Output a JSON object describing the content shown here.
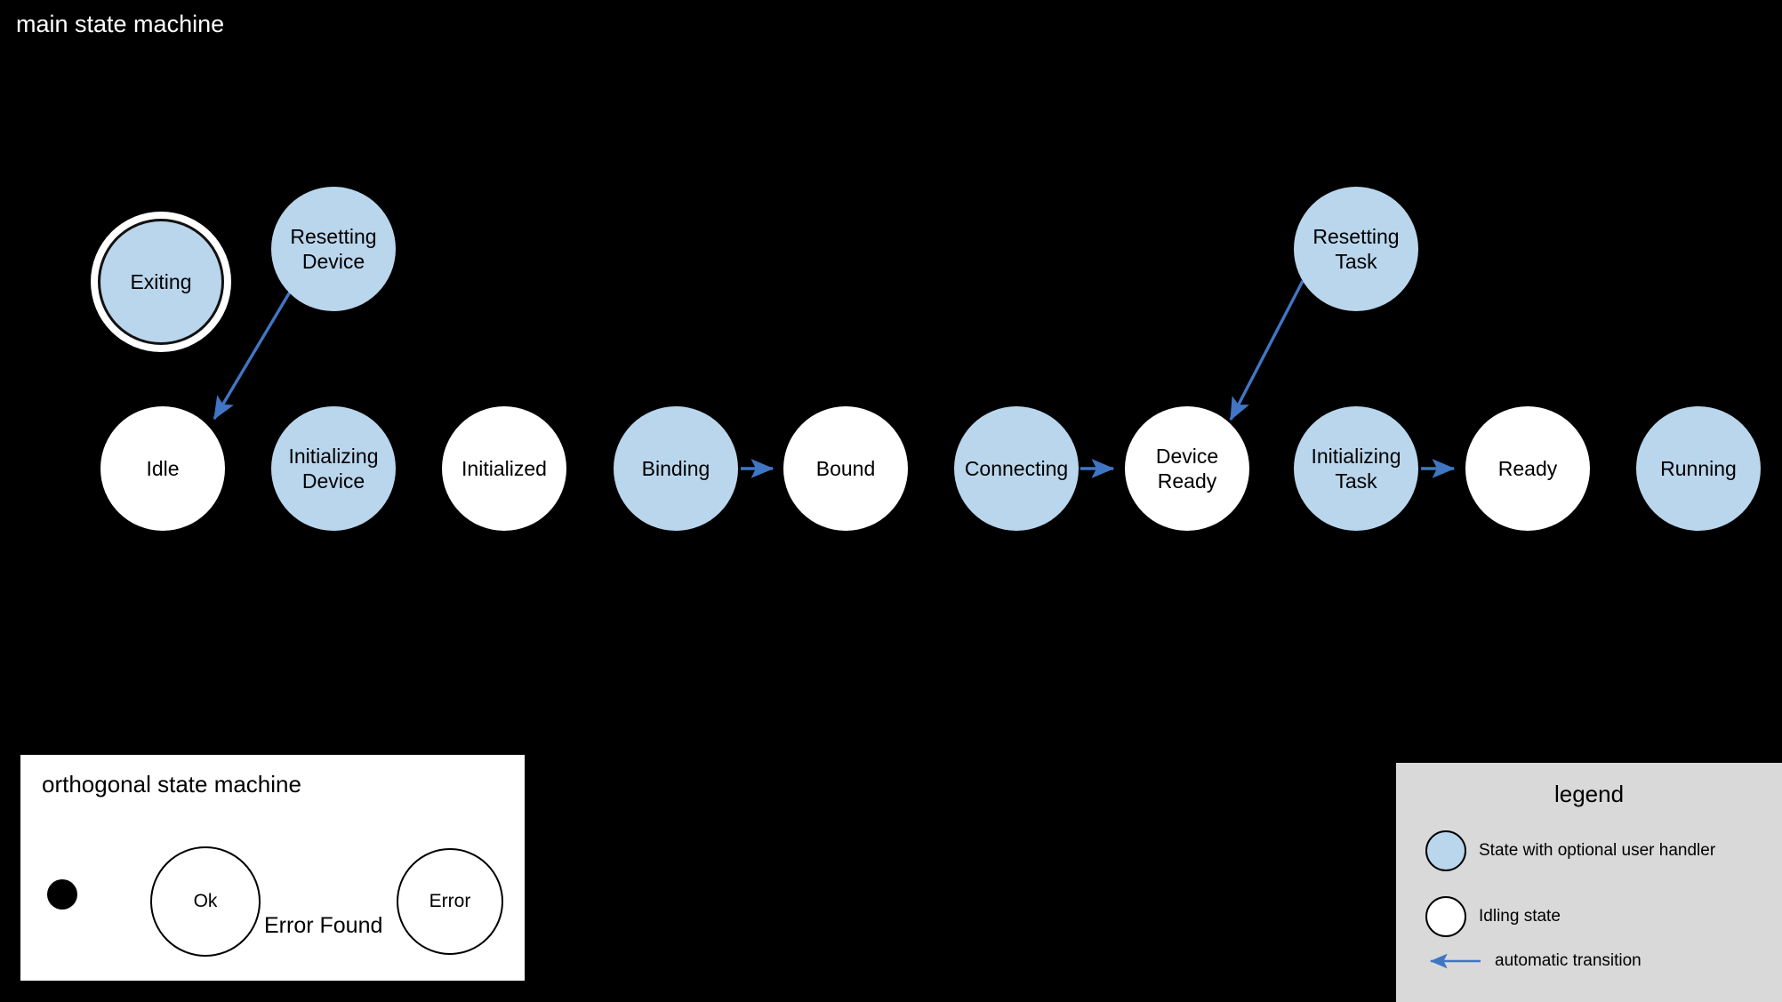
{
  "diagram": {
    "title": "main state machine",
    "background_color": "#000000",
    "colors": {
      "handler_state_fill": "#bad6ec",
      "idling_state_fill": "#ffffff",
      "transition_arrow": "#4176c4",
      "legend_background": "#d9d9d9",
      "text_on_dark": "#ffffff",
      "text_on_light": "#000000"
    },
    "states": {
      "exiting": "Exiting",
      "resetting_device": "Resetting\nDevice",
      "resetting_device_line1": "Resetting",
      "resetting_device_line2": "Device",
      "resetting_task_line1": "Resetting",
      "resetting_task_line2": "Task",
      "idle": "Idle",
      "initializing_device_line1": "Initializing",
      "initializing_device_line2": "Device",
      "initialized": "Initialized",
      "binding": "Binding",
      "bound": "Bound",
      "connecting": "Connecting",
      "device_ready_line1": "Device",
      "device_ready_line2": "Ready",
      "initializing_task_line1": "Initializing",
      "initializing_task_line2": "Task",
      "ready": "Ready",
      "running": "Running"
    },
    "transitions": [
      {
        "from": "Resetting Device",
        "to": "Idle",
        "label": ""
      },
      {
        "from": "Binding",
        "to": "Bound",
        "label": ""
      },
      {
        "from": "Connecting",
        "to": "Device Ready",
        "label": ""
      },
      {
        "from": "Resetting Task",
        "to": "Device Ready",
        "label": ""
      },
      {
        "from": "Initializing Task",
        "to": "Ready",
        "label": ""
      }
    ]
  },
  "orthogonal": {
    "title": "orthogonal state machine",
    "states": {
      "ok": "Ok",
      "error": "Error"
    },
    "edge_label": "Error Found"
  },
  "legend": {
    "title": "legend",
    "items": [
      {
        "kind": "handler-circle",
        "label": "State with optional user handler"
      },
      {
        "kind": "idling-circle",
        "label": "Idling state"
      },
      {
        "kind": "arrow",
        "label": "automatic transition"
      }
    ]
  }
}
